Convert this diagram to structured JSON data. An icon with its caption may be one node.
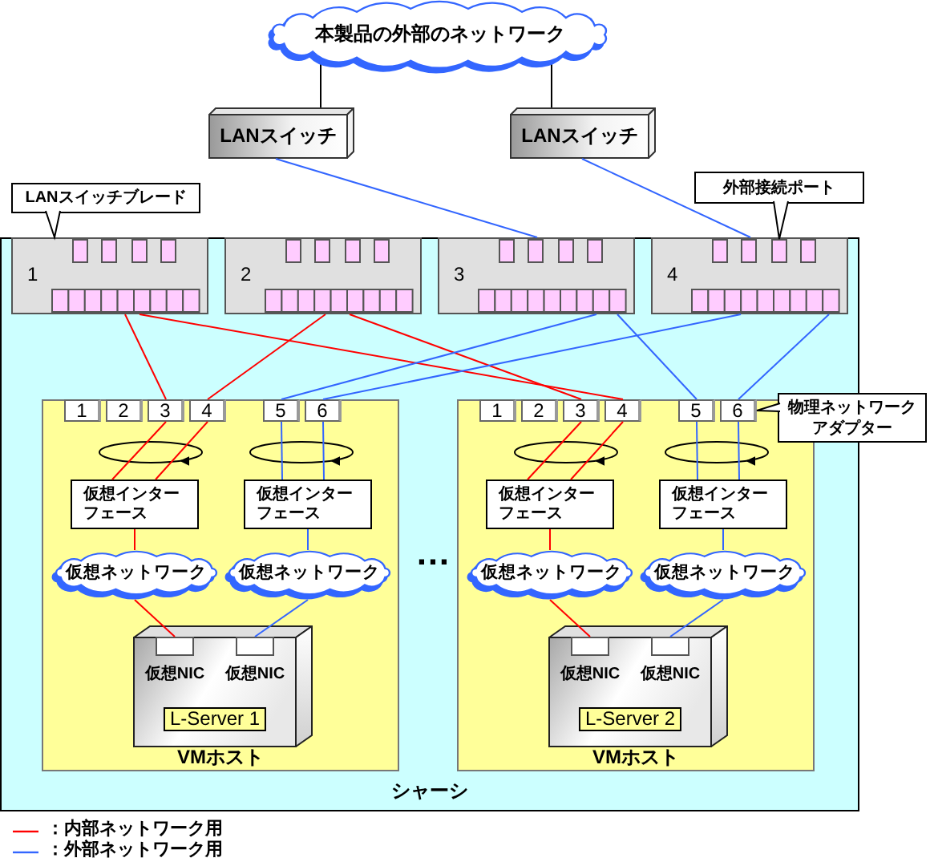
{
  "diagram": {
    "nodes": [
      {
        "text": [
          "本製品の外部のネットワーク"
        ]
      },
      {
        "text": [
          "LANスイッチ"
        ]
      },
      {
        "text": [
          "LANスイッチ"
        ]
      },
      {
        "text": [
          "LANスイッチブレード"
        ]
      },
      {
        "text": [
          "外部接続ポート"
        ]
      },
      {
        "text": [
          "シャーシ"
        ]
      },
      {
        "text": [
          "1"
        ],
        "in": 5
      },
      {
        "text": [
          "2"
        ],
        "in": 5
      },
      {
        "text": [
          "3"
        ],
        "in": 5
      },
      {
        "text": [
          "4"
        ],
        "in": 5
      },
      {
        "text": [],
        "shape": "box",
        "in": 9
      },
      {
        "text": [
          "VMホスト"
        ],
        "in": 5
      },
      {
        "text": [
          "1"
        ],
        "in": 11
      },
      {
        "text": [
          "2"
        ],
        "in": 11
      },
      {
        "text": [
          "3"
        ],
        "in": 11
      },
      {
        "text": [
          "4"
        ],
        "in": 11
      },
      {
        "text": [
          "5"
        ],
        "in": 11
      },
      {
        "text": [
          "6"
        ],
        "in": 11
      },
      {
        "text": [
          "仮想インターフェース"
        ],
        "in": 11
      },
      {
        "text": [
          "仮想インターフェース"
        ],
        "in": 11
      },
      {
        "text": [
          "仮想ネットワーク"
        ],
        "in": 11
      },
      {
        "text": [
          "仮想ネットワーク"
        ],
        "in": 11
      },
      {
        "text": [
          "L-Server 1"
        ],
        "in": 11
      },
      {
        "text": [
          "仮想NIC"
        ],
        "in": 22
      },
      {
        "text": [
          "仮想NIC"
        ],
        "in": 22
      },
      {
        "text": [
          "VMホスト"
        ],
        "in": 5
      },
      {
        "text": [
          "1"
        ],
        "in": 25
      },
      {
        "text": [
          "2"
        ],
        "in": 25
      },
      {
        "text": [
          "3"
        ],
        "in": 25
      },
      {
        "text": [
          "4"
        ],
        "in": 25
      },
      {
        "text": [
          "5"
        ],
        "in": 25
      },
      {
        "text": [
          "6"
        ],
        "in": 25
      },
      {
        "text": [
          "仮想インターフェース"
        ],
        "in": 25
      },
      {
        "text": [
          "仮想インターフェース"
        ],
        "in": 25
      },
      {
        "text": [
          "仮想ネットワーク"
        ],
        "in": 25
      },
      {
        "text": [
          "仮想ネットワーク"
        ],
        "in": 25
      },
      {
        "text": [
          "L-Server 2"
        ],
        "in": 25
      },
      {
        "text": [
          "仮想NIC"
        ],
        "in": 36
      },
      {
        "text": [
          "仮想NIC"
        ],
        "in": 36
      },
      {
        "text": [
          "物理ネットワークアダプター"
        ]
      }
    ],
    "edges": [
      {
        "from": 0,
        "to": 1,
        "arrow": "none",
        "color": "#000000"
      },
      {
        "from": 0,
        "to": 2,
        "arrow": "none",
        "color": "#000000"
      },
      {
        "from": 1,
        "to": 8,
        "arrow": "none",
        "color": "#3366ff"
      },
      {
        "from": 2,
        "to": 9,
        "arrow": "none",
        "color": "#3366ff"
      },
      {
        "from": 3,
        "to": 6,
        "arrow": "none",
        "color": "#000000"
      },
      {
        "from": 4,
        "to": 10,
        "arrow": "none",
        "color": "#000000"
      },
      {
        "from": 6,
        "to": 14,
        "arrow": "none",
        "color": "#ff0000"
      },
      {
        "from": 6,
        "to": 29,
        "arrow": "none",
        "color": "#ff0000"
      },
      {
        "from": 7,
        "to": 15,
        "arrow": "none",
        "color": "#ff0000"
      },
      {
        "from": 7,
        "to": 28,
        "arrow": "none",
        "color": "#ff0000"
      },
      {
        "from": 8,
        "to": 16,
        "arrow": "none",
        "color": "#3366ff"
      },
      {
        "from": 8,
        "to": 30,
        "arrow": "none",
        "color": "#3366ff"
      },
      {
        "from": 9,
        "to": 17,
        "arrow": "none",
        "color": "#3366ff"
      },
      {
        "from": 9,
        "to": 31,
        "arrow": "none",
        "color": "#3366ff"
      },
      {
        "from": 14,
        "to": 18,
        "arrow": "none",
        "color": "#ff0000"
      },
      {
        "from": 15,
        "to": 18,
        "arrow": "none",
        "color": "#ff0000"
      },
      {
        "from": 16,
        "to": 19,
        "arrow": "none",
        "color": "#3366ff"
      },
      {
        "from": 17,
        "to": 19,
        "arrow": "none",
        "color": "#3366ff"
      },
      {
        "from": 18,
        "to": 20,
        "arrow": "none",
        "color": "#ff0000"
      },
      {
        "from": 19,
        "to": 21,
        "arrow": "none",
        "color": "#3366ff"
      },
      {
        "from": 20,
        "to": 23,
        "arrow": "none",
        "color": "#ff0000"
      },
      {
        "from": 21,
        "to": 24,
        "arrow": "none",
        "color": "#3366ff"
      },
      {
        "from": 28,
        "to": 32,
        "arrow": "none",
        "color": "#ff0000"
      },
      {
        "from": 29,
        "to": 32,
        "arrow": "none",
        "color": "#ff0000"
      },
      {
        "from": 30,
        "to": 33,
        "arrow": "none",
        "color": "#3366ff"
      },
      {
        "from": 31,
        "to": 33,
        "arrow": "none",
        "color": "#3366ff"
      },
      {
        "from": 32,
        "to": 34,
        "arrow": "none",
        "color": "#ff0000"
      },
      {
        "from": 33,
        "to": 35,
        "arrow": "none",
        "color": "#3366ff"
      },
      {
        "from": 34,
        "to": 37,
        "arrow": "none",
        "color": "#ff0000"
      },
      {
        "from": 35,
        "to": 38,
        "arrow": "none",
        "color": "#3366ff"
      },
      {
        "from": 39,
        "to": 31,
        "arrow": "none",
        "color": "#000000"
      }
    ],
    "labels": [
      "…"
    ],
    "legend": [
      {
        "text": "：内部ネットワーク用"
      },
      {
        "text": "：外部ネットワーク用"
      }
    ]
  }
}
